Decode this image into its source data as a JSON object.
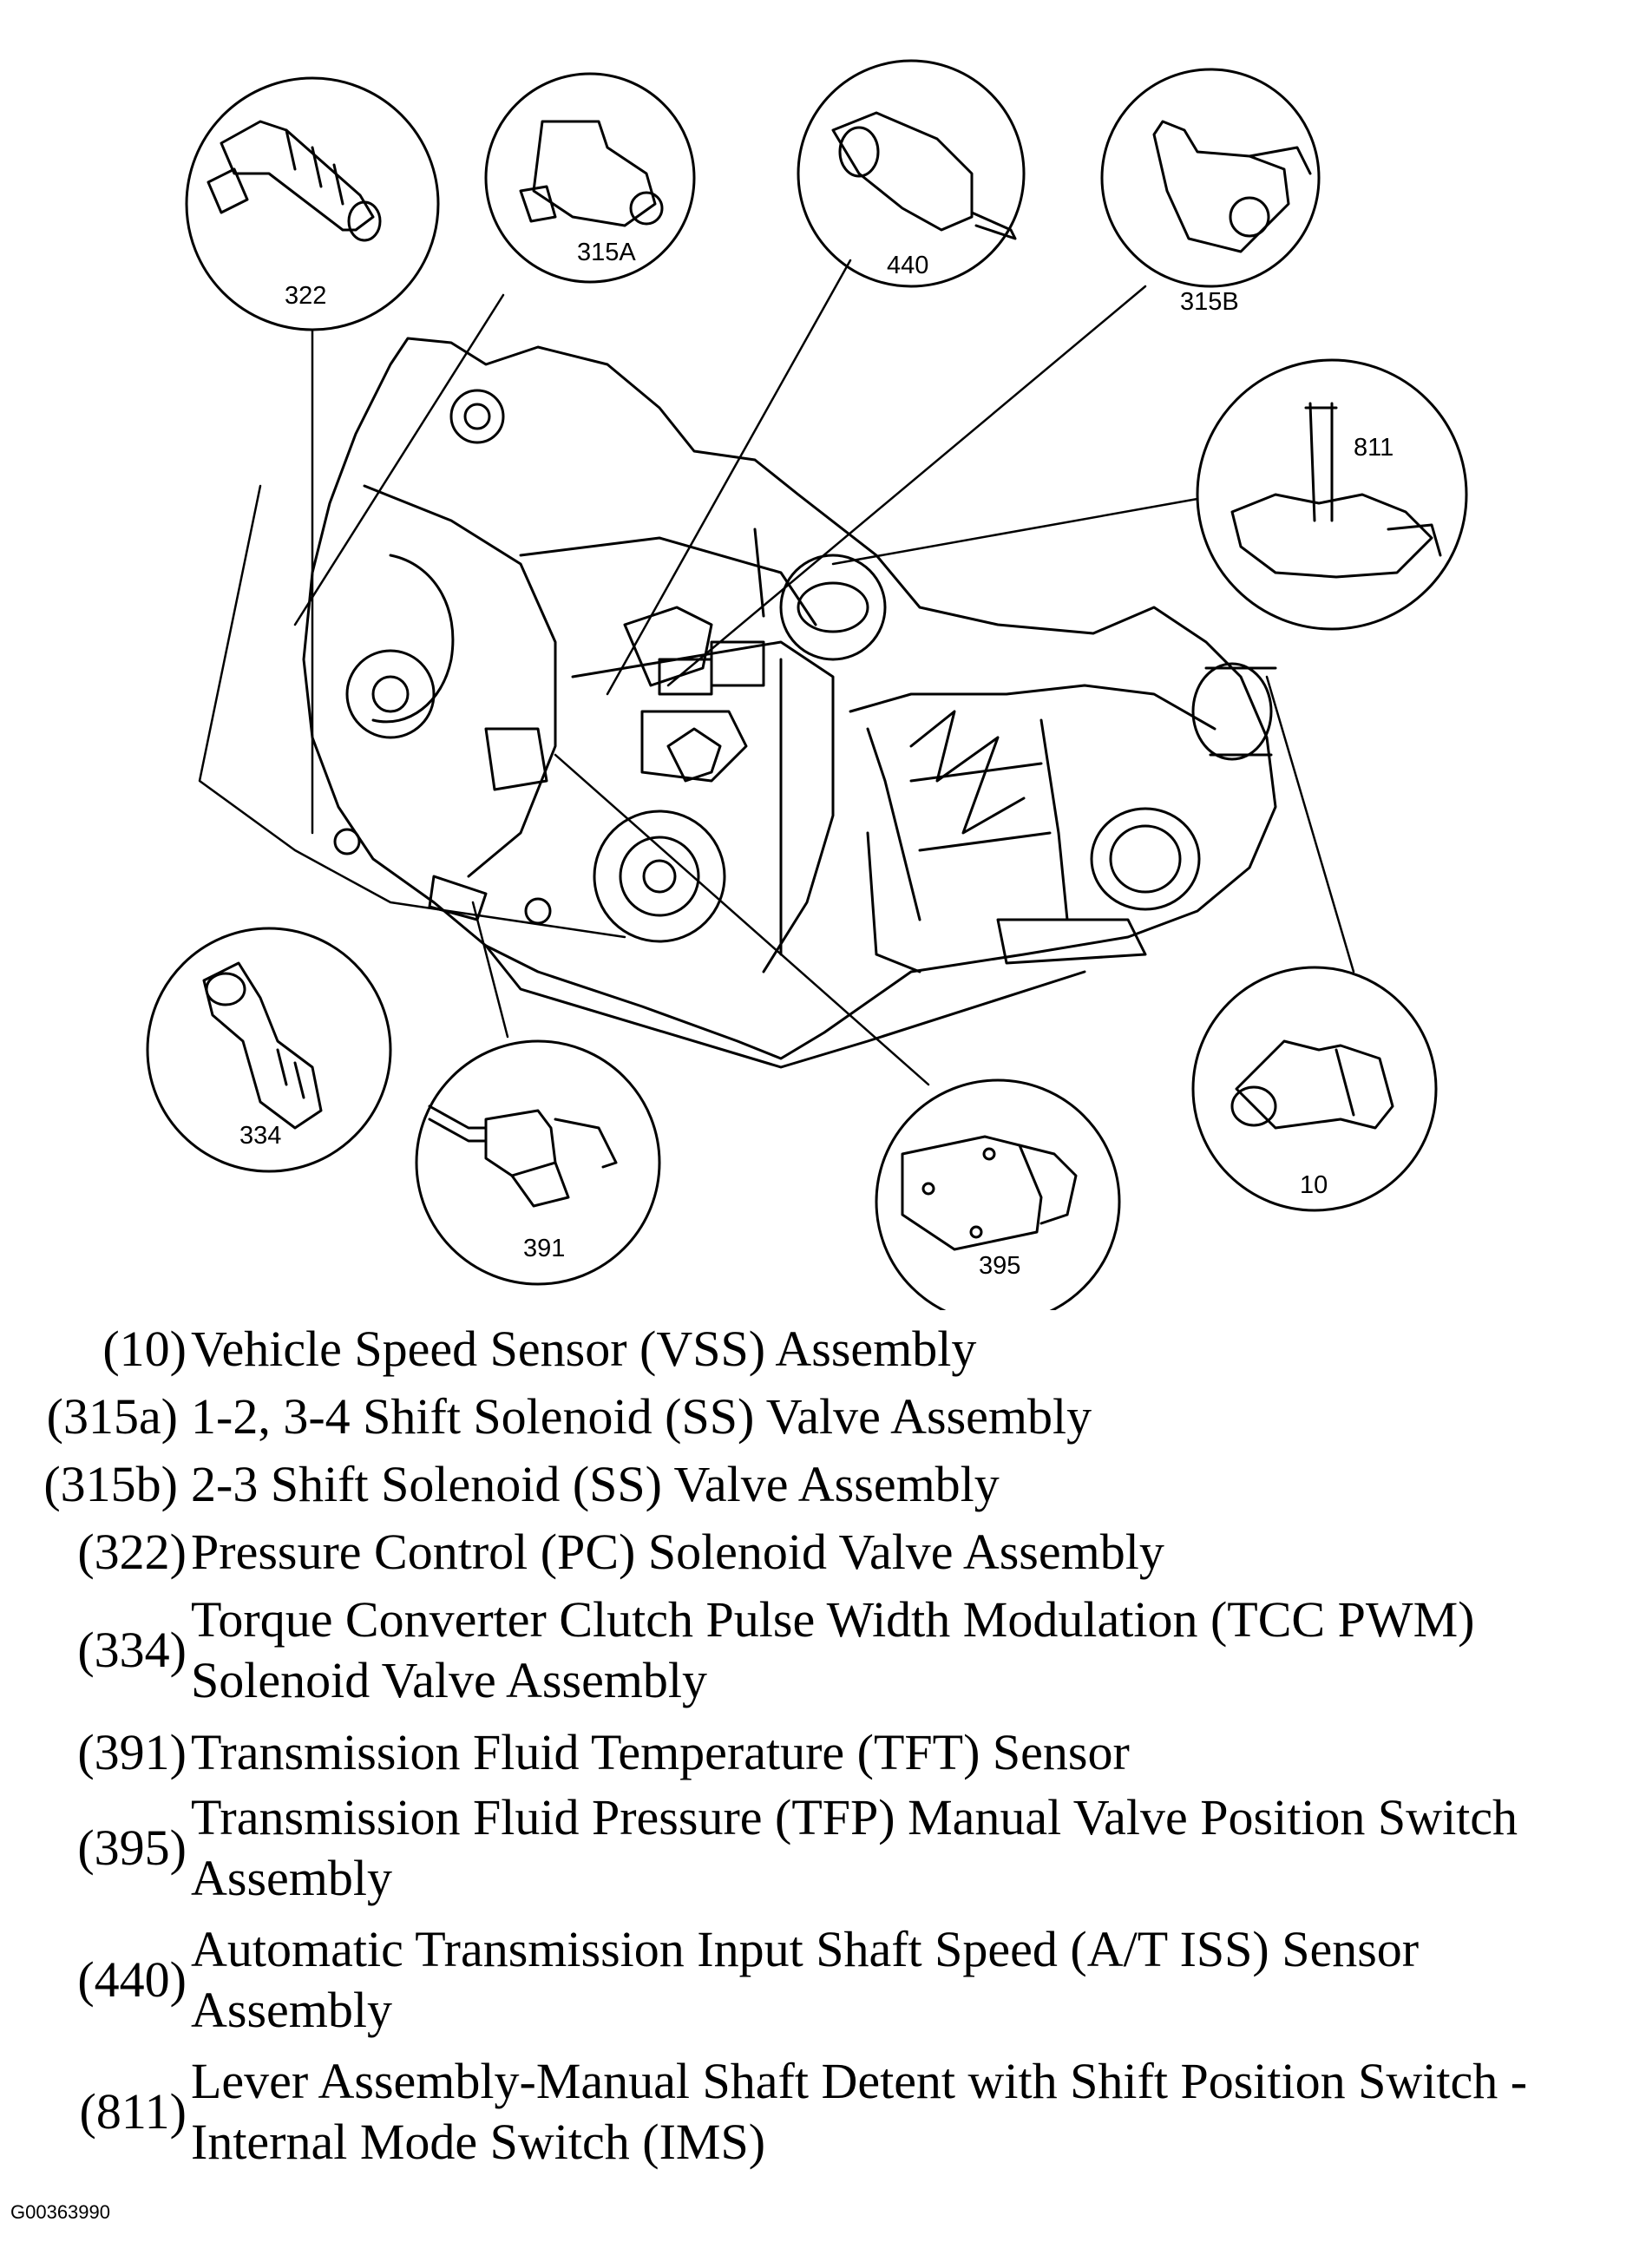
{
  "callouts": {
    "c322": "322",
    "c315a": "315A",
    "c440": "440",
    "c315b": "315B",
    "c811": "811",
    "c334": "334",
    "c391": "391",
    "c395": "395",
    "c10": "10"
  },
  "legend": [
    {
      "code": "(10)",
      "lines": [
        "Vehicle Speed Sensor (VSS) Assembly"
      ]
    },
    {
      "code": "(315a)",
      "lines": [
        "1-2, 3-4 Shift Solenoid (SS) Valve Assembly"
      ]
    },
    {
      "code": "(315b)",
      "lines": [
        "2-3 Shift Solenoid (SS) Valve Assembly"
      ]
    },
    {
      "code": "(322)",
      "lines": [
        "Pressure Control (PC) Solenoid Valve Assembly"
      ]
    },
    {
      "code": "(334)",
      "lines": [
        "Torque Converter Clutch Pulse Width Modulation (TCC PWM)",
        "Solenoid Valve Assembly"
      ]
    },
    {
      "code": "(391)",
      "lines": [
        "Transmission Fluid Temperature (TFT) Sensor"
      ]
    },
    {
      "code": "(395)",
      "lines": [
        "Transmission Fluid Pressure (TFP) Manual Valve Position Switch",
        "Assembly"
      ]
    },
    {
      "code": "(440)",
      "lines": [
        "Automatic Transmission Input Shaft Speed (A/T ISS) Sensor",
        "Assembly"
      ]
    },
    {
      "code": "(811)",
      "lines": [
        "Lever Assembly-Manual Shaft Detent with Shift Position Switch -",
        "Internal Mode Switch (IMS)"
      ]
    }
  ],
  "figure_id": "G00363990"
}
